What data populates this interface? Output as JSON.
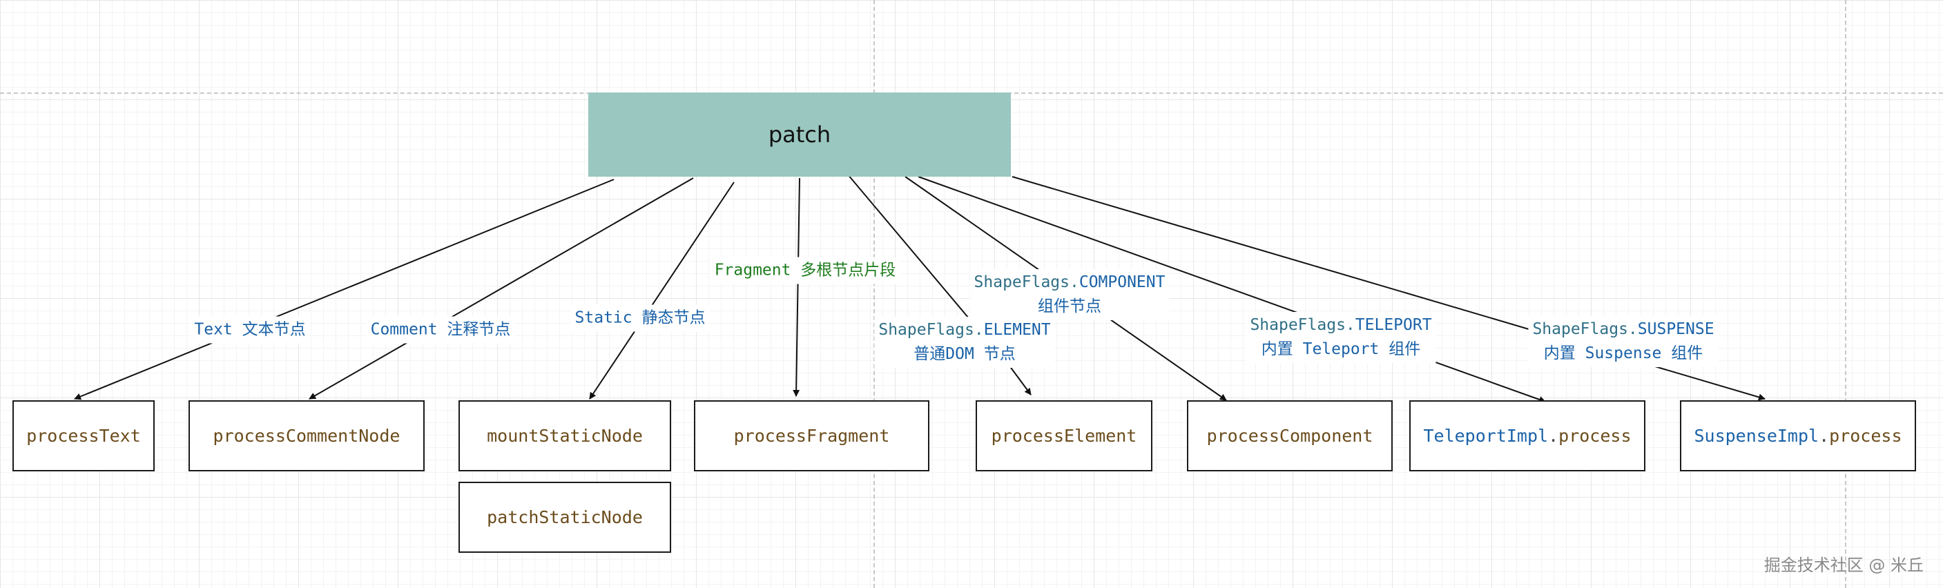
{
  "root": {
    "label": "patch"
  },
  "nodes": {
    "process_text": "processText",
    "process_comment_node": "processCommentNode",
    "mount_static_node": "mountStaticNode",
    "patch_static_node": "patchStaticNode",
    "process_fragment": "processFragment",
    "process_element": "processElement",
    "process_component": "processComponent",
    "teleport": {
      "name": "TeleportImpl",
      "dot": ".",
      "method": "process"
    },
    "suspense": {
      "name": "SuspenseImpl",
      "dot": ".",
      "method": "process"
    }
  },
  "edges": {
    "text": "Text 文本节点",
    "comment": "Comment 注释节点",
    "static": "Static 静态节点",
    "fragment": "Fragment 多根节点片段",
    "element": {
      "prefix": "ShapeFlags.",
      "flag": "ELEMENT",
      "desc": "普通DOM 节点"
    },
    "component": {
      "prefix": "ShapeFlags.",
      "flag": "COMPONENT",
      "desc": "组件节点"
    },
    "teleport": {
      "prefix": "ShapeFlags.",
      "flag": "TELEPORT",
      "desc": "内置 Teleport 组件"
    },
    "suspense": {
      "prefix": "ShapeFlags.",
      "flag": "SUSPENSE",
      "desc": "内置 Suspense 组件"
    }
  },
  "watermark": "掘金技术社区 @ 米丘"
}
